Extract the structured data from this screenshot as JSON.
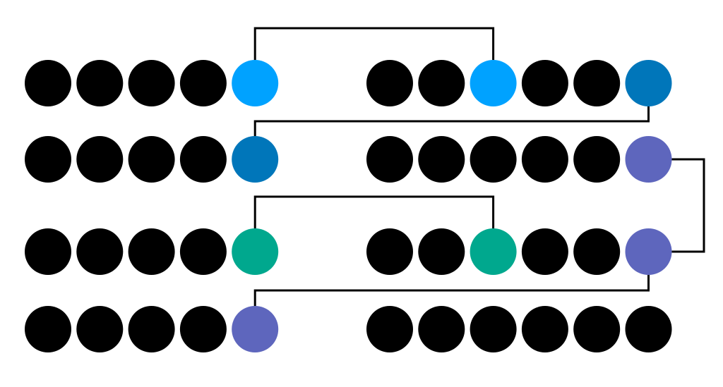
{
  "colors": {
    "background": "#ffffff",
    "default_dot": "#000000",
    "connector": "#000000",
    "light_blue": "#00a2ff",
    "dark_blue": "#0076ba",
    "teal": "#00a88e",
    "purple": "#5e66bd"
  },
  "rows": [
    {
      "left": [
        "default",
        "default",
        "default",
        "default",
        "light_blue"
      ],
      "right": [
        "default",
        "default",
        "light_blue",
        "default",
        "default",
        "dark_blue"
      ]
    },
    {
      "left": [
        "default",
        "default",
        "default",
        "default",
        "dark_blue"
      ],
      "right": [
        "default",
        "default",
        "default",
        "default",
        "default",
        "purple"
      ]
    },
    {
      "left": [
        "default",
        "default",
        "default",
        "default",
        "teal"
      ],
      "right": [
        "default",
        "default",
        "teal",
        "default",
        "default",
        "purple"
      ]
    },
    {
      "left": [
        "default",
        "default",
        "default",
        "default",
        "purple"
      ],
      "right": [
        "default",
        "default",
        "default",
        "default",
        "default",
        "default"
      ]
    }
  ],
  "connections": [
    {
      "from": {
        "row": 0,
        "group": "left",
        "index": 4
      },
      "to": {
        "row": 0,
        "group": "right",
        "index": 2
      },
      "route": "over-top"
    },
    {
      "from": {
        "row": 0,
        "group": "right",
        "index": 5
      },
      "to": {
        "row": 1,
        "group": "left",
        "index": 4
      },
      "route": "between-rows"
    },
    {
      "from": {
        "row": 1,
        "group": "right",
        "index": 5
      },
      "to": {
        "row": 2,
        "group": "right",
        "index": 5
      },
      "route": "right-bracket"
    },
    {
      "from": {
        "row": 2,
        "group": "left",
        "index": 4
      },
      "to": {
        "row": 2,
        "group": "right",
        "index": 2
      },
      "route": "over-top"
    },
    {
      "from": {
        "row": 2,
        "group": "right",
        "index": 5
      },
      "to": {
        "row": 3,
        "group": "left",
        "index": 4
      },
      "route": "between-rows"
    }
  ]
}
